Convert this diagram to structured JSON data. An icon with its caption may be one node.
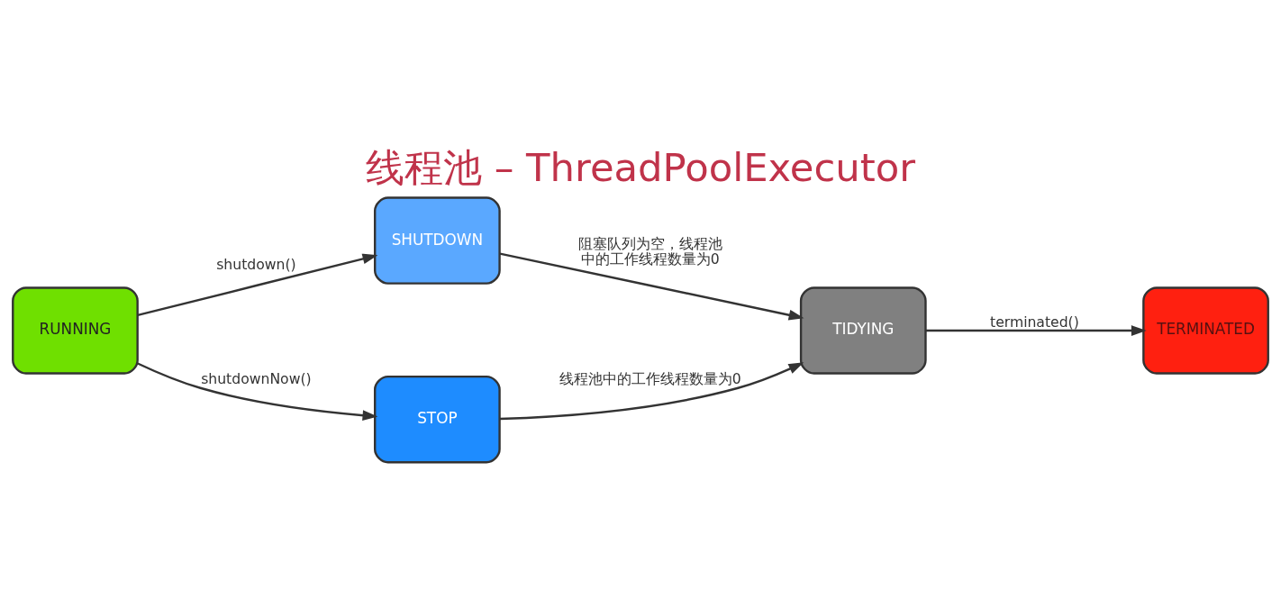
{
  "diagram": {
    "title": "线程池 – ThreadPoolExecutor",
    "nodes": [
      {
        "text": [
          "RUNNING"
        ]
      },
      {
        "text": [
          "SHUTDOWN"
        ]
      },
      {
        "text": [
          "STOP"
        ]
      },
      {
        "text": [
          "TIDYING"
        ]
      },
      {
        "text": [
          "TERMINATED"
        ]
      }
    ],
    "edges": [
      {
        "from": 0,
        "to": 1,
        "arrow": "to",
        "label": "shutdown()"
      },
      {
        "from": 0,
        "to": 2,
        "arrow": "to",
        "label": "shutdownNow()"
      },
      {
        "from": 1,
        "to": 3,
        "arrow": "to",
        "label": "阻塞队列为空，线程池中的工作线程数量为0"
      },
      {
        "from": 2,
        "to": 3,
        "arrow": "to",
        "label": "线程池中的工作线程数量为0"
      },
      {
        "from": 3,
        "to": 4,
        "arrow": "to",
        "label": "terminated()"
      }
    ]
  }
}
